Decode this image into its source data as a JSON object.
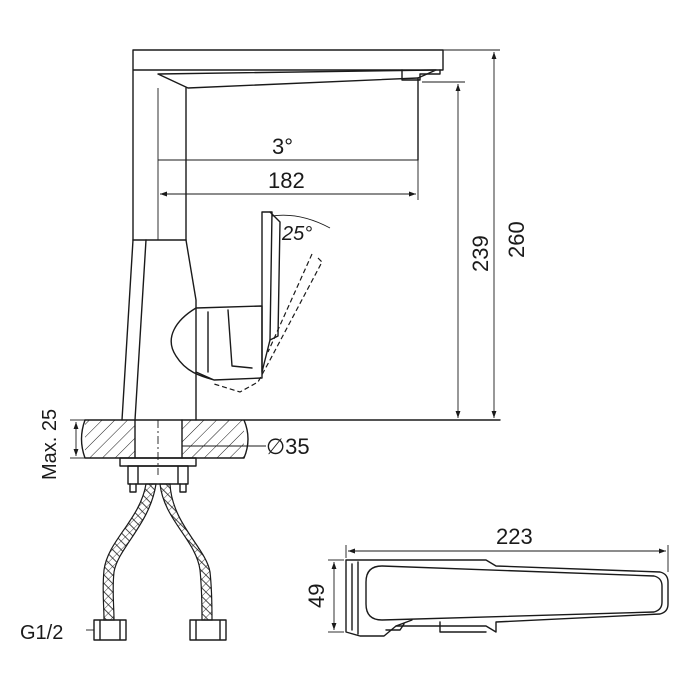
{
  "dimensions": {
    "spout_angle": "3°",
    "spout_reach": "182",
    "lever_angle": "25°",
    "spout_height": "239",
    "total_height": "260",
    "max_thickness": "Max. 25",
    "hole_diameter": "∅35",
    "thread": "G1/2",
    "top_length": "223",
    "top_width": "49"
  }
}
